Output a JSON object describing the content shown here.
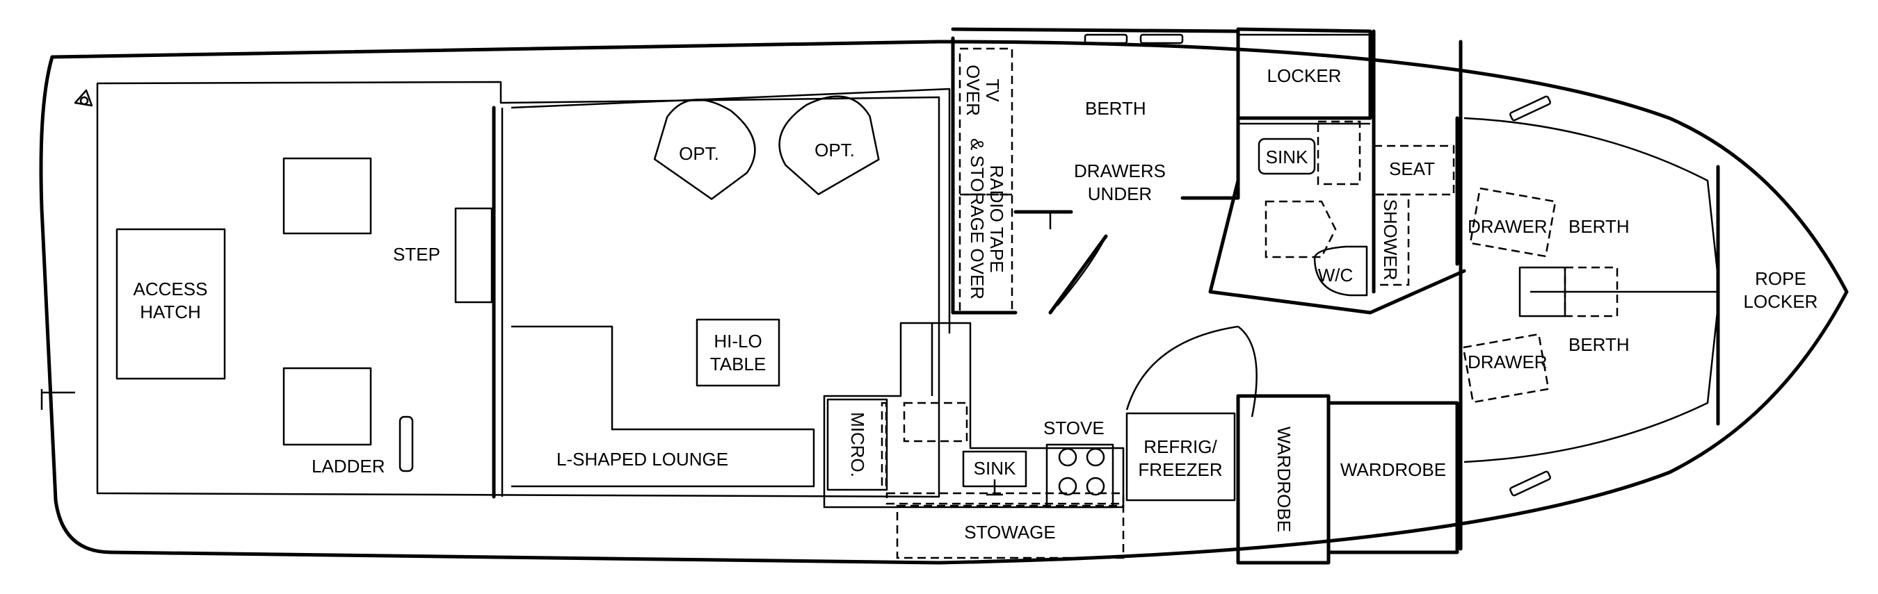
{
  "labels": {
    "access_hatch": [
      "ACCESS",
      "HATCH"
    ],
    "step": "STEP",
    "ladder": "LADDER",
    "opt_left": "OPT.",
    "opt_right": "OPT.",
    "hi_lo_table": [
      "HI-LO",
      "TABLE"
    ],
    "l_shaped_lounge": "L-SHAPED LOUNGE",
    "tv_over": [
      "TV",
      "OVER"
    ],
    "radio_tape_storage": [
      "RADIO TAPE",
      "& STORAGE OVER"
    ],
    "berth_main": "BERTH",
    "drawers_under": [
      "DRAWERS",
      "UNDER"
    ],
    "micro": "MICRO.",
    "stove": "STOVE",
    "galley_sink": "SINK",
    "refrig_freezer": [
      "REFRIG/",
      "FREEZER"
    ],
    "stowage": "STOWAGE",
    "locker": "LOCKER",
    "head_sink": "SINK",
    "wc": "W/C",
    "seat": "SEAT",
    "shower": "SHOWER",
    "wardrobe_vertical": "WARDROBE",
    "wardrobe": "WARDROBE",
    "drawer_upper": "DRAWER",
    "berth_upper": "BERTH",
    "drawer_lower": "DRAWER",
    "berth_lower": "BERTH",
    "rope_locker": [
      "ROPE",
      "LOCKER"
    ]
  }
}
